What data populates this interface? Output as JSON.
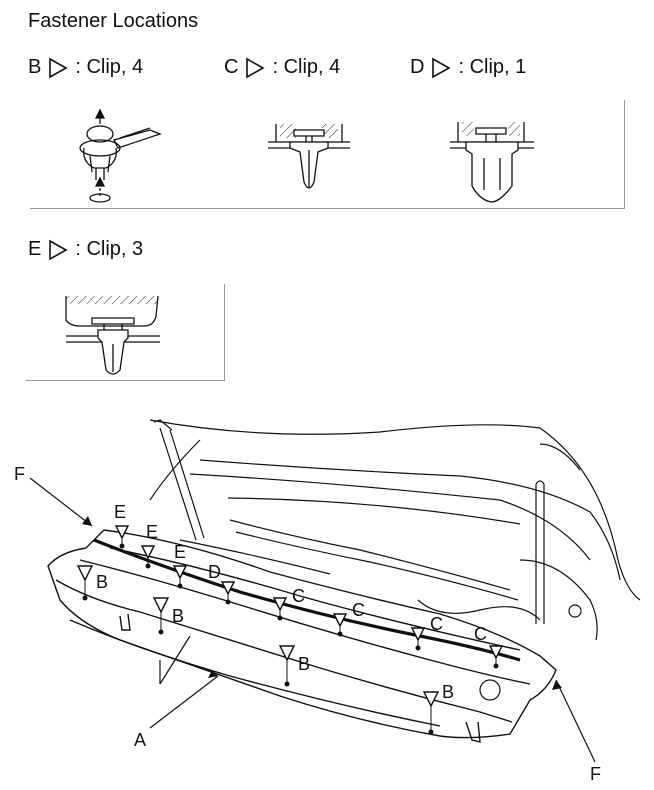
{
  "title": "Fastener Locations",
  "legend": [
    {
      "letter": "B",
      "text": ": Clip, 4"
    },
    {
      "letter": "C",
      "text": ": Clip, 4"
    },
    {
      "letter": "D",
      "text": ": Clip, 1"
    },
    {
      "letter": "E",
      "text": ": Clip, 3"
    }
  ],
  "labels": {
    "A": "A",
    "F": "F",
    "B": "B",
    "C": "C",
    "D": "D",
    "E": "E"
  },
  "icons": {
    "clip_b": "clip-pull-icon",
    "clip_c": "clip-pin-icon",
    "clip_d": "clip-grommet-icon",
    "clip_e": "clip-push-icon"
  }
}
